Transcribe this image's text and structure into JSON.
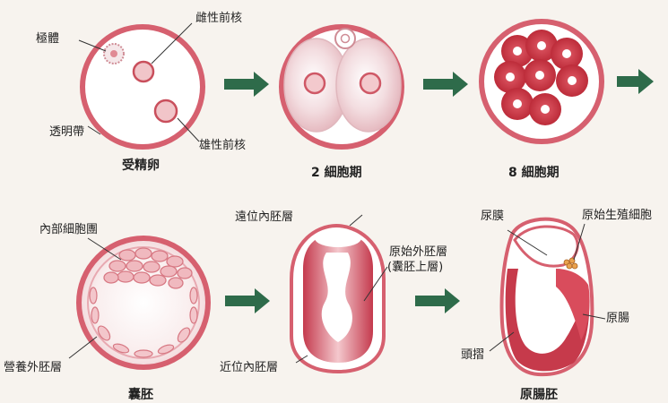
{
  "stage1": {
    "title": "受精卵",
    "polar_body": "極體",
    "female_pronucleus": "雌性前核",
    "male_pronucleus": "雄性前核",
    "zona": "透明帶"
  },
  "stage2": {
    "title": "2 細胞期"
  },
  "stage3": {
    "title": "8 細胞期"
  },
  "stage4": {
    "title": "囊胚",
    "inner_cell_mass": "內部細胞團",
    "trophoblast": "營養外胚層"
  },
  "stage5": {
    "distal_endoderm": "遠位內胚層",
    "primitive_ectoderm_line1": "原始外胚層",
    "primitive_ectoderm_line2": "(囊胚上層)",
    "proximal_endoderm": "近位內胚層"
  },
  "stage6": {
    "title": "原腸胚",
    "allantois": "尿膜",
    "germ_cells": "原始生殖細胞",
    "primitive_gut": "原腸",
    "head_fold": "頭摺"
  },
  "colors": {
    "rim": "#d6606f",
    "cell_fill": "#e8b6bb",
    "cell_dark": "#c9313f",
    "arrow": "#2e6b4a"
  }
}
